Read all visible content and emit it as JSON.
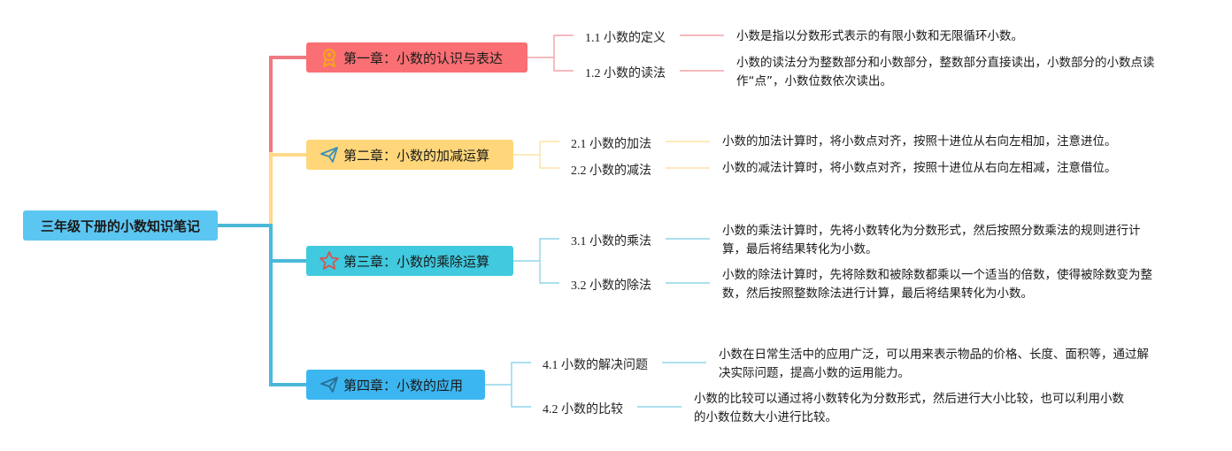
{
  "root": {
    "title": "三年级下册的小数知识笔记"
  },
  "colors": {
    "ch1": "#f96f73",
    "ch1_line": "#ef7a82",
    "ch2": "#ffd77a",
    "ch2_line": "#ffd88a",
    "ch3": "#40c9df",
    "ch3_line": "#4bb8d8",
    "ch4": "#3cb6f0",
    "ch4_line": "#4bb8d8"
  },
  "chapters": [
    {
      "title": "第一章：小数的认识与表达",
      "icon": "award-icon",
      "topics": [
        {
          "label": "1.1 小数的定义",
          "desc": "小数是指以分数形式表示的有限小数和无限循环小数。"
        },
        {
          "label": "1.2 小数的读法",
          "desc": "小数的读法分为整数部分和小数部分，整数部分直接读出，小数部分的小数点读作“点”，小数位数依次读出。"
        }
      ]
    },
    {
      "title": "第二章：小数的加减运算",
      "icon": "paper-plane-icon",
      "topics": [
        {
          "label": "2.1 小数的加法",
          "desc": "小数的加法计算时，将小数点对齐，按照十进位从右向左相加，注意进位。"
        },
        {
          "label": "2.2 小数的减法",
          "desc": "小数的减法计算时，将小数点对齐，按照十进位从右向左相减，注意借位。"
        }
      ]
    },
    {
      "title": "第三章：小数的乘除运算",
      "icon": "star-icon",
      "topics": [
        {
          "label": "3.1 小数的乘法",
          "desc": "小数的乘法计算时，先将小数转化为分数形式，然后按照分数乘法的规则进行计算，最后将结果转化为小数。"
        },
        {
          "label": "3.2 小数的除法",
          "desc": "小数的除法计算时，先将除数和被除数都乘以一个适当的倍数，使得被除数变为整数，然后按照整数除法进行计算，最后将结果转化为小数。"
        }
      ]
    },
    {
      "title": "第四章：小数的应用",
      "icon": "paper-plane-icon",
      "topics": [
        {
          "label": "4.1 小数的解决问题",
          "desc": "小数在日常生活中的应用广泛，可以用来表示物品的价格、长度、面积等，通过解决实际问题，提高小数的运用能力。"
        },
        {
          "label": "4.2 小数的比较",
          "desc": "小数的比较可以通过将小数转化为分数形式，然后进行大小比较，也可以利用小数的小数位数大小进行比较。"
        }
      ]
    }
  ]
}
